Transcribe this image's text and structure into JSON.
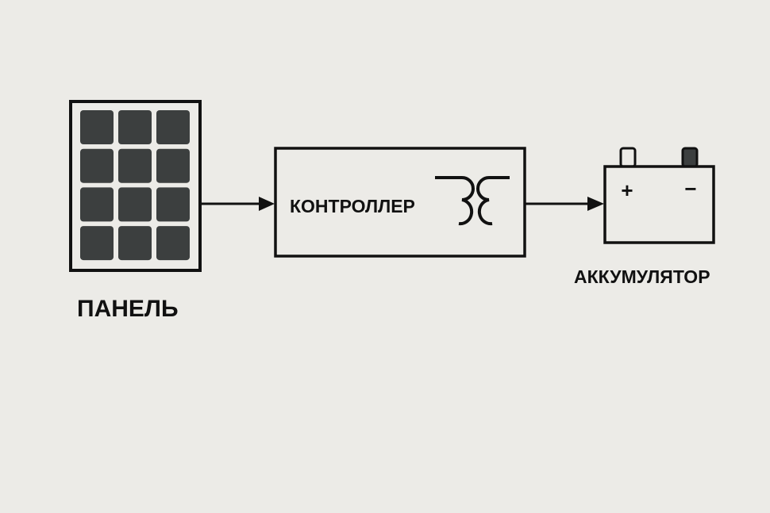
{
  "labels": {
    "panel": "ПАНЕЛЬ",
    "controller": "КОНТРОЛЛЕР",
    "battery": "АККУМУЛЯТОР",
    "battery_plus": "+",
    "battery_minus": "−"
  },
  "colors": {
    "background": "#ecebe7",
    "stroke": "#111111",
    "cell": "#3c3f3f"
  },
  "panel_grid": {
    "columns": 3,
    "rows": 4
  }
}
